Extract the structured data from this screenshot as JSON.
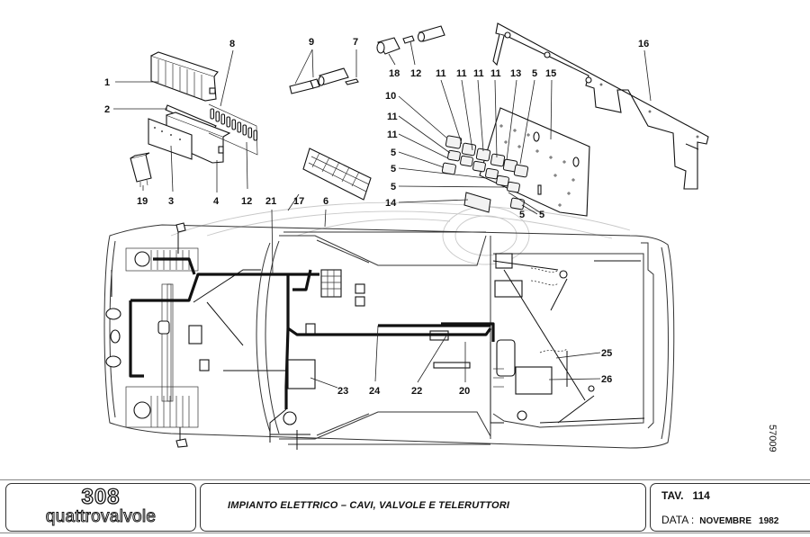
{
  "drawing": {
    "callouts": {
      "c1": "1",
      "c2": "2",
      "c3": "3",
      "c4": "4",
      "c8": "8",
      "c12a": "12",
      "c19": "19",
      "c9": "9",
      "c7": "7",
      "c18": "18",
      "c12b": "12",
      "c11a": "11",
      "c11b": "11",
      "c11c": "11",
      "c11d": "11",
      "c13": "13",
      "c5a": "5",
      "c15": "15",
      "c10": "10",
      "c11e": "11",
      "c11f": "11",
      "c5b": "5",
      "c5c": "5",
      "c5d": "5",
      "c14": "14",
      "c5e": "5",
      "c5f": "5",
      "c16": "16",
      "c17": "17",
      "c6": "6",
      "c21": "21",
      "c23": "23",
      "c24": "24",
      "c22": "22",
      "c20": "20",
      "c25": "25",
      "c26": "26"
    },
    "sheet_number": "57009"
  },
  "title_block": {
    "logo_model": "308",
    "logo_variant": "quattrovalvole",
    "description": "IMPIANTO ELETTRICO – CAVI, VALVOLE E TELERUTTORI",
    "tav_label": "TAV.",
    "tav_number": "114",
    "date_label": "DATA :",
    "date_month": "NOVEMBRE",
    "date_year": "1982"
  }
}
